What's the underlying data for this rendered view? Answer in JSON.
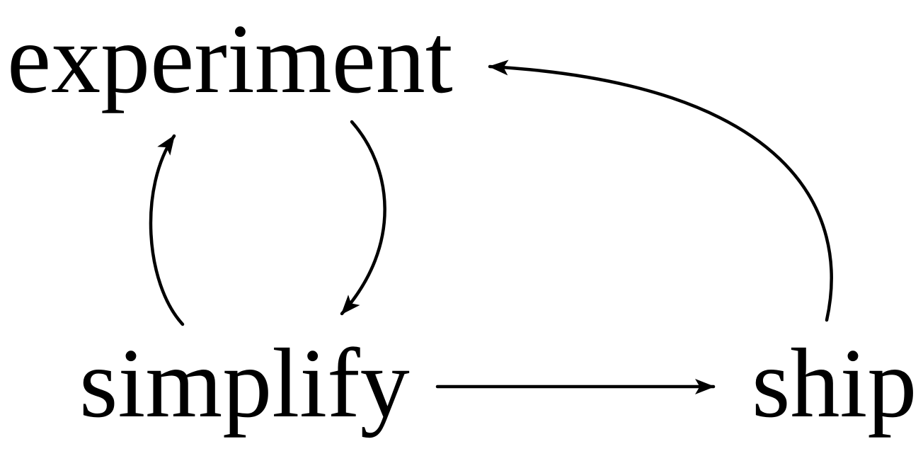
{
  "diagram": {
    "type": "cycle-diagram",
    "background_color": "#ffffff",
    "ink_color": "#000000",
    "nodes": [
      {
        "id": "experiment",
        "label": "experiment"
      },
      {
        "id": "simplify",
        "label": "simplify"
      },
      {
        "id": "ship",
        "label": "ship"
      }
    ],
    "edges": [
      {
        "from": "experiment",
        "to": "simplify",
        "style": "curved"
      },
      {
        "from": "simplify",
        "to": "experiment",
        "style": "curved"
      },
      {
        "from": "simplify",
        "to": "ship",
        "style": "straight"
      },
      {
        "from": "ship",
        "to": "experiment",
        "style": "curved"
      }
    ]
  }
}
